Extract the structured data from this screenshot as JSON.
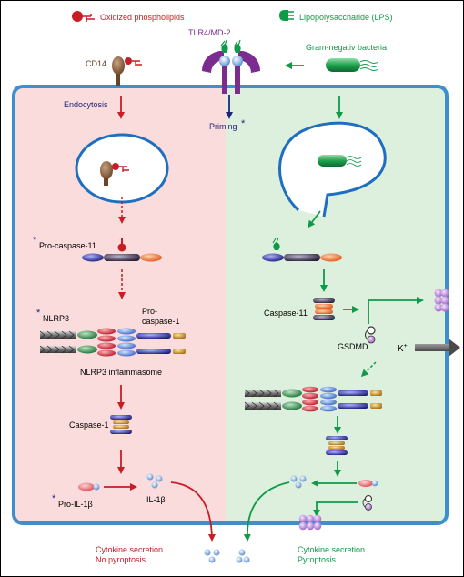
{
  "legend": {
    "oxidized_phospholipids": "Oxidized phospholipids",
    "lps": "Lipopolysaccharide (LPS)"
  },
  "labels": {
    "cd14": "CD14",
    "tlr4_md2": "TLR4/MD-2",
    "gram_negative": "Gram-negativ bacteria",
    "endocytosis": "Endocytosis",
    "priming": "Priming",
    "priming_star": "*",
    "pro_caspase_11_star": "*",
    "pro_caspase_11": "Pro-caspase-11",
    "nlrp3_star": "*",
    "nlrp3": "NLRP3",
    "pro_caspase_1_line1": "Pro-",
    "pro_caspase_1_line2": "caspase-1",
    "nlrp3_inflammasome": "NLRP3 inflammasome",
    "caspase_1": "Caspase-1",
    "caspase_11": "Caspase-11",
    "gsdmd": "GSDMD",
    "k_plus": "K",
    "k_plus_sup": "+",
    "pro_il1b_star": "*",
    "pro_il1b": "Pro-IL-1β",
    "il1b": "IL-1β",
    "left_outcome_line1": "Cytokine secretion",
    "left_outcome_line2": "No pyroptosis",
    "right_outcome_line1": "Cytokine secretion",
    "right_outcome_line2": "Pyroptosis"
  },
  "colors": {
    "red": "#c81d25",
    "green": "#0f9a48",
    "navy": "#23237e",
    "purple": "#7a2d8f",
    "cell_border": "#3f8fcf",
    "left_bg": "#fbdcdc",
    "right_bg": "#ddf0dd"
  }
}
